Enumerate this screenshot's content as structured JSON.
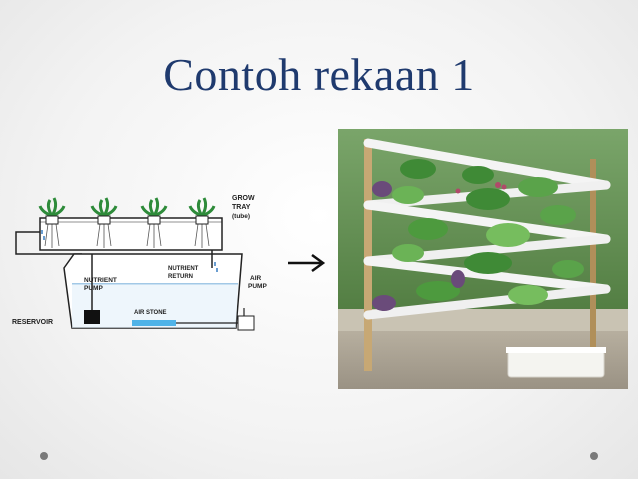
{
  "slide": {
    "title": "Contoh rekaan 1"
  },
  "diagram": {
    "labels": {
      "grow_tray": "GROW",
      "grow_tray_2": "TRAY",
      "grow_tray_3": "(tube)",
      "nutrient_pump": "NUTRIENT",
      "nutrient_pump_2": "PUMP",
      "nutrient_return": "NUTRIENT",
      "nutrient_return_2": "RETURN",
      "air_pump": "AIR",
      "air_pump_2": "PUMP",
      "air_stone": "AIR STONE",
      "reservoir": "RESERVOIR"
    }
  },
  "colors": {
    "title": "#1f3a6e",
    "water": "#9ec9e8",
    "plant": "#2e8b3a"
  },
  "icons": {
    "arrow": "right-arrow-icon"
  }
}
